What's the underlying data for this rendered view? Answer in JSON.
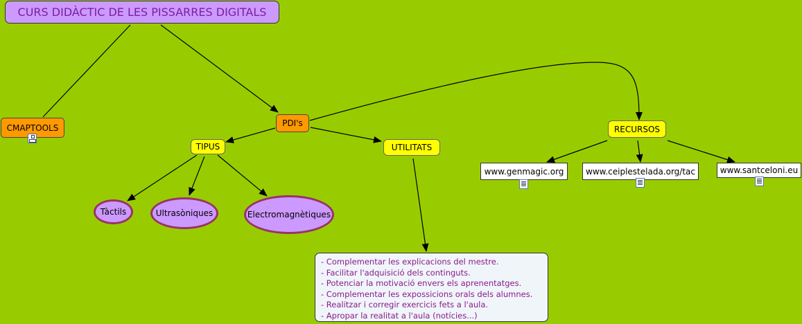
{
  "title": "CURS DIDÀCTIC DE LES PISSARRES DIGITALS",
  "nodes": {
    "cmaptools": "CMAPTOOLS",
    "pdis": "PDI's",
    "tipus": "TIPUS",
    "utilitats": "UTILITATS",
    "recursos": "RECURSOS",
    "tactils": "Tàctils",
    "ultrasoniques": "Ultrasòniques",
    "electromagnetiques": "Electromagnètiques",
    "genmagic": "www.genmagic.org",
    "ceiplestelada": "www.ceiplestelada.org/tac",
    "santceloni": "www.santceloni.eu"
  },
  "utilitats_list": [
    "- Complementar les explicacions del mestre.",
    "- Facilitar l'adquisició dels continguts.",
    "- Potenciar la motivació envers els aprenentatges.",
    "- Complementar les expossicions orals dels alumnes.",
    "- Realitzar i corregir exercicis fets a l'aula.",
    "- Apropar la realitat a l'aula (notícies...)"
  ],
  "icons": {
    "cmaptools": "concept-map-icon",
    "links": "web-document-icon"
  },
  "colors": {
    "background": "#99cc00",
    "title_fill": "#cc99ff",
    "orange": "#ff9900",
    "yellow": "#ffff00",
    "oval_border": "#993366",
    "list_text": "#8a1a8a"
  }
}
